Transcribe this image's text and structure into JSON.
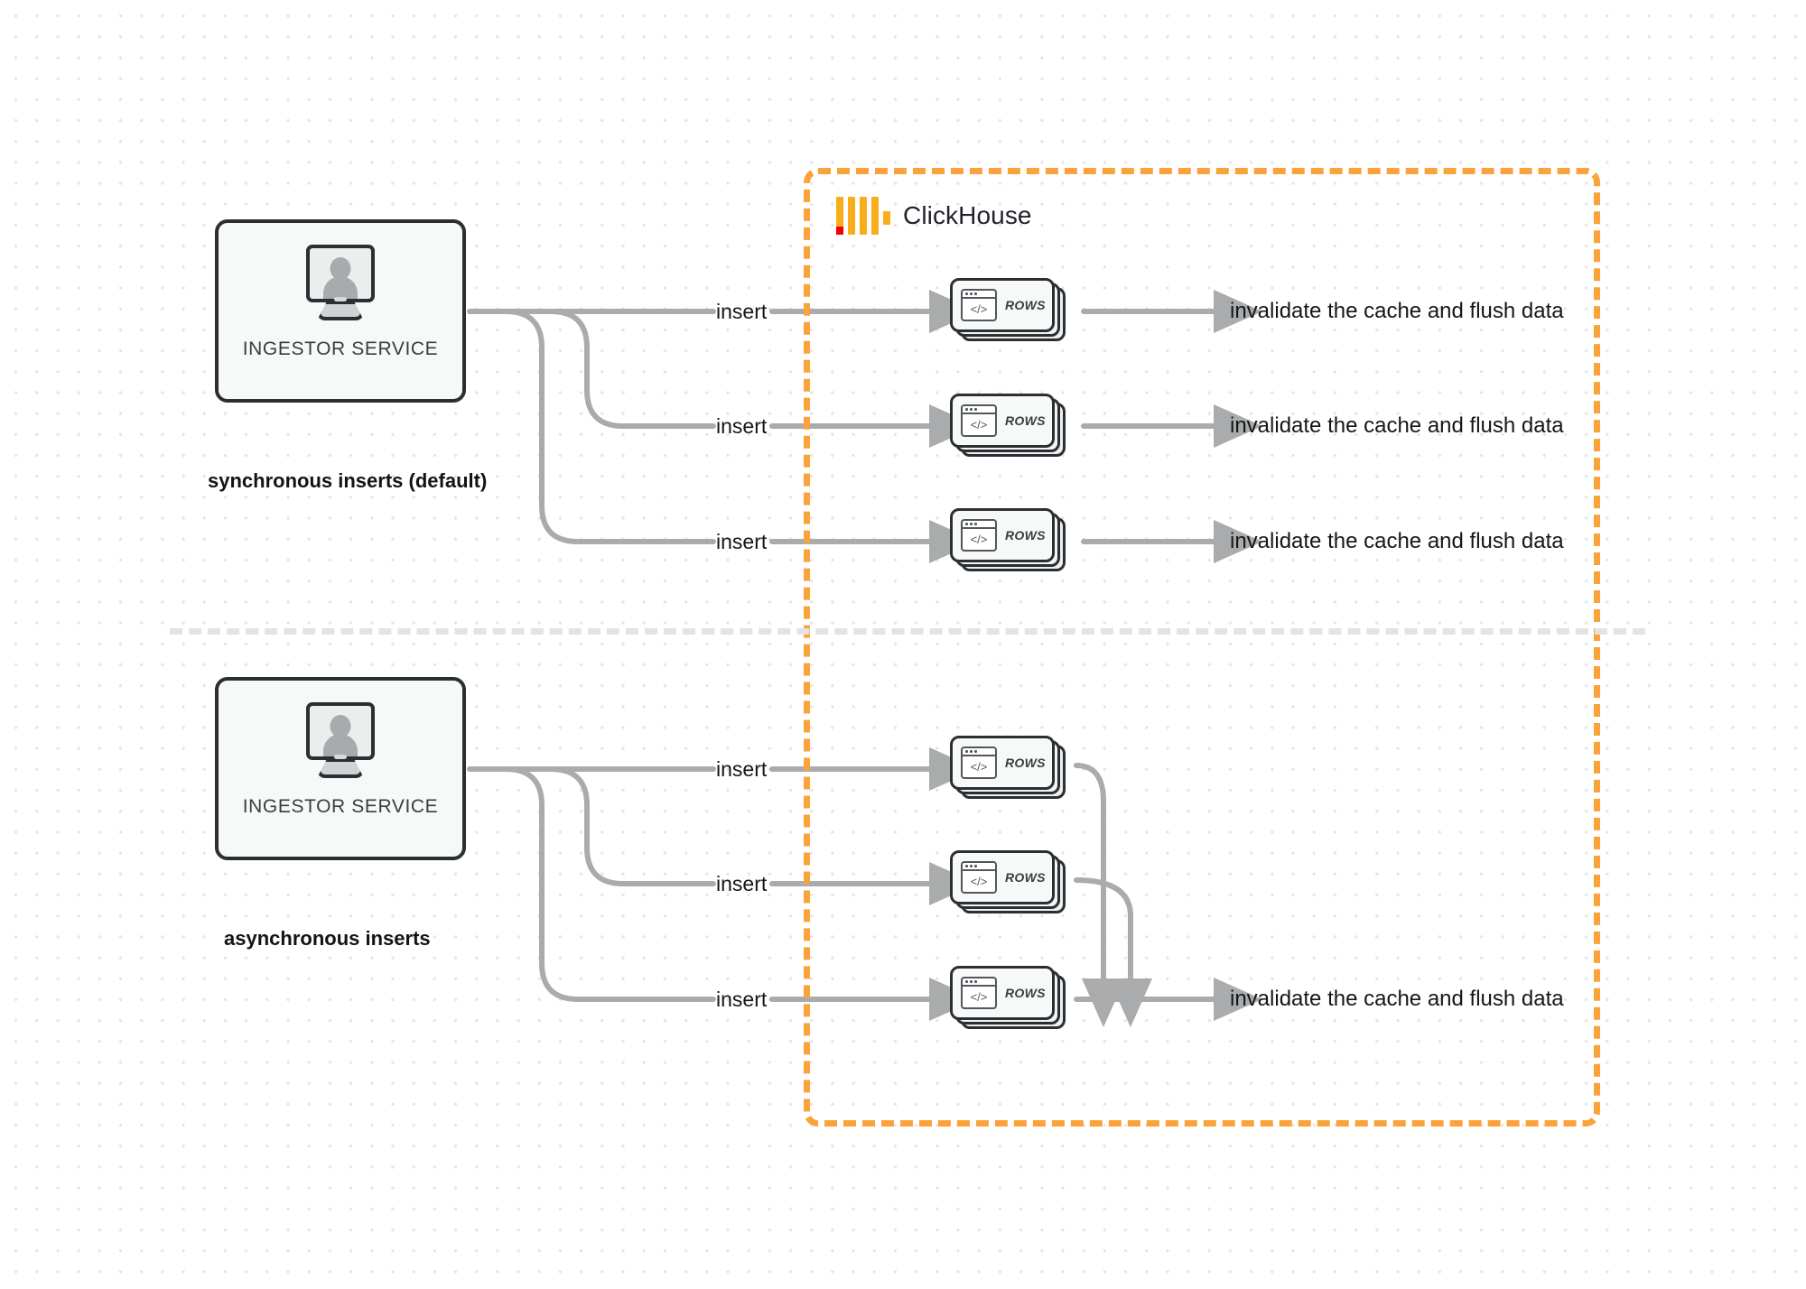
{
  "diagram": {
    "title": "ClickHouse synchronous vs asynchronous inserts",
    "background": "#ffffff",
    "dot_grid_color": "#e6e4e4"
  },
  "clickhouse_boundary": {
    "label": "ClickHouse",
    "border_color": "#F9A33A",
    "border_style": "dashed",
    "logo": {
      "name": "clickhouse-logo",
      "bar_color": "#FAAD1B",
      "accent_color": "#F00000",
      "bars": 4
    }
  },
  "sections": [
    {
      "id": "synchronous",
      "caption": "synchronous inserts (default)",
      "service": {
        "label": "INGESTOR SERVICE",
        "icon": "monitor-user-icon"
      },
      "rows": [
        {
          "insert_label": "insert",
          "card_label": "ROWS",
          "output_label": "invalidate the cache and flush data"
        },
        {
          "insert_label": "insert",
          "card_label": "ROWS",
          "output_label": "invalidate the cache and flush data"
        },
        {
          "insert_label": "insert",
          "card_label": "ROWS",
          "output_label": "invalidate the cache and flush data"
        }
      ]
    },
    {
      "id": "asynchronous",
      "caption": "asynchronous inserts",
      "service": {
        "label": "INGESTOR SERVICE",
        "icon": "monitor-user-icon"
      },
      "rows": [
        {
          "insert_label": "insert",
          "card_label": "ROWS"
        },
        {
          "insert_label": "insert",
          "card_label": "ROWS"
        },
        {
          "insert_label": "insert",
          "card_label": "ROWS"
        }
      ],
      "merged_output_label": "invalidate the cache and flush data"
    }
  ],
  "colors": {
    "connector": "#a9abac",
    "box_border": "#2b2f33",
    "box_fill": "#f7f8f8",
    "text": "#141618",
    "divider": "#e3e3e3"
  }
}
